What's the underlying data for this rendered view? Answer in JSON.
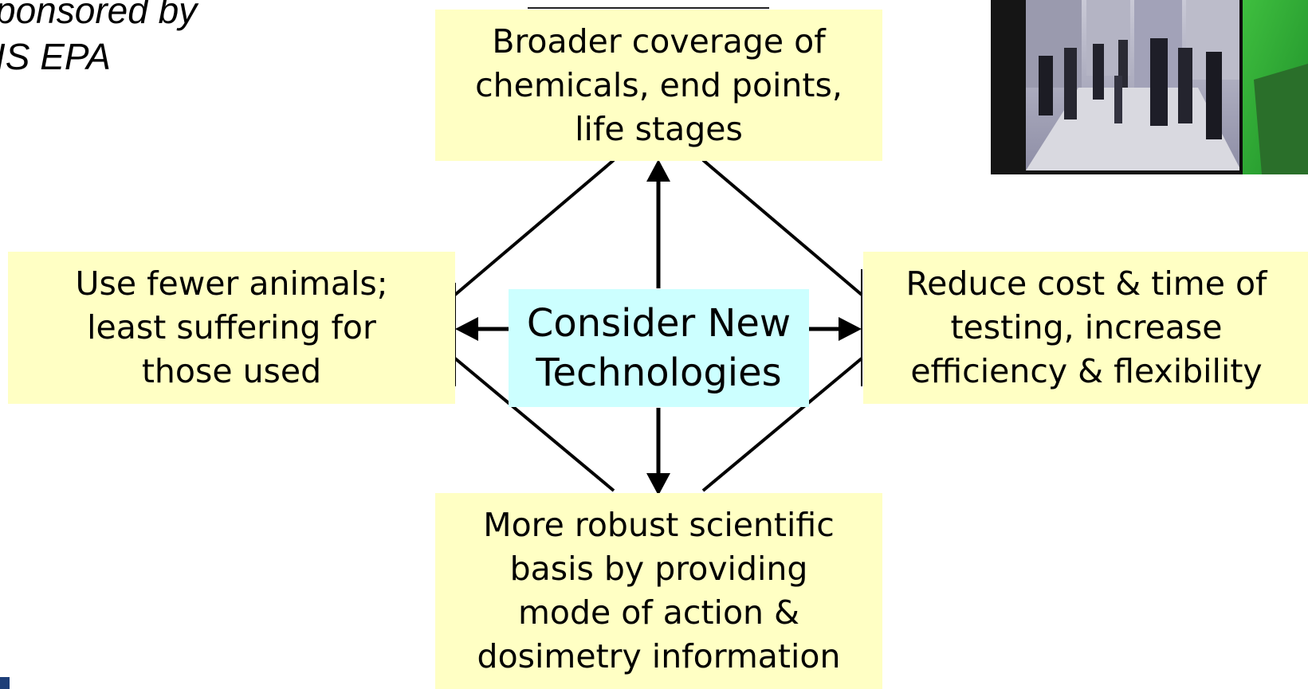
{
  "sponsor": {
    "line1": "ponsored by",
    "line2": "IS EPA"
  },
  "diagram": {
    "center": "Consider New\nTechnologies",
    "top": "Broader coverage of\nchemicals, end points,\nlife stages",
    "left": "Use fewer animals;\nleast suffering for\nthose used",
    "right": "Reduce cost & time of\ntesting, increase\nefficiency & flexibility",
    "bottom": "More robust scientific\nbasis by providing\nmode of action &\ndosimetry information"
  },
  "colors": {
    "outcome_box": "#ffffc4",
    "center_box": "#ccffff",
    "lines": "#000000",
    "brand_mark": "#1e3f78"
  }
}
